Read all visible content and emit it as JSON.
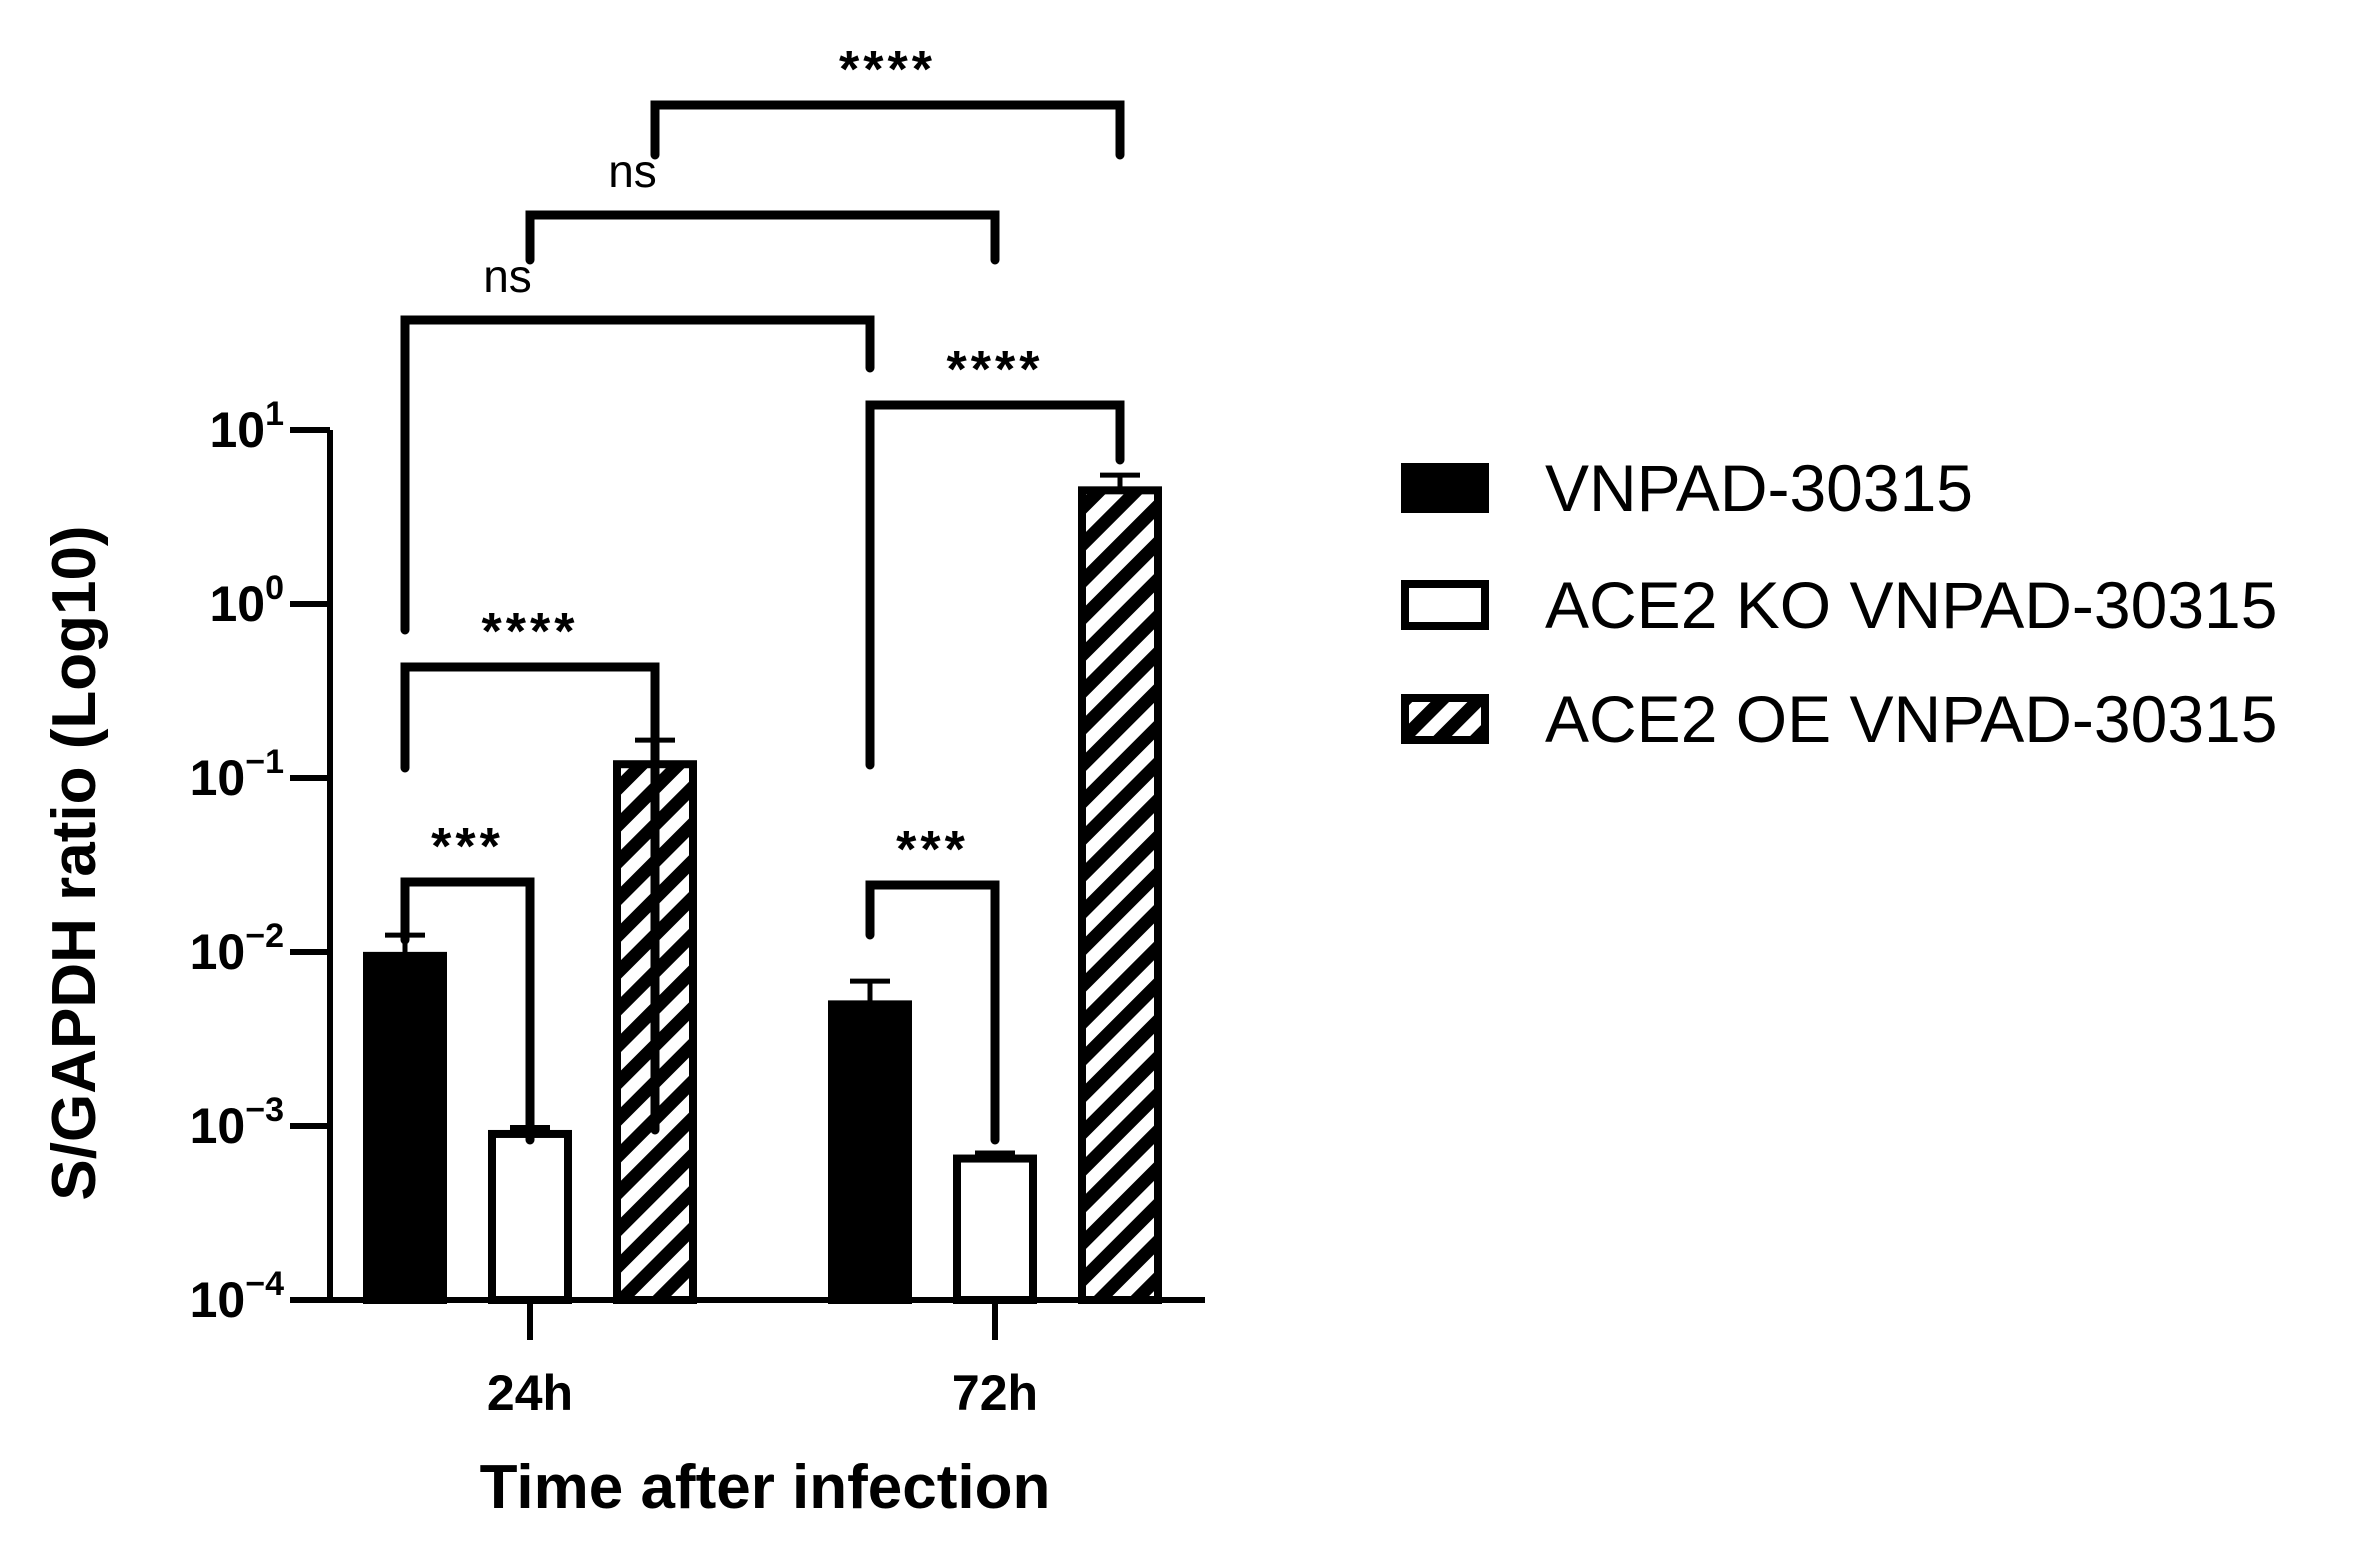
{
  "chart_data": {
    "type": "bar",
    "title": "",
    "xlabel": "Time after infection",
    "ylabel": "S/GAPDH ratio (Log10)",
    "yscale": "log",
    "ylim": [
      0.0001,
      10
    ],
    "yticks": [
      {
        "base": "10",
        "exp": "1",
        "value": 10
      },
      {
        "base": "10",
        "exp": "0",
        "value": 1
      },
      {
        "base": "10",
        "exp": "−1",
        "value": 0.1
      },
      {
        "base": "10",
        "exp": "−2",
        "value": 0.01
      },
      {
        "base": "10",
        "exp": "−3",
        "value": 0.001
      },
      {
        "base": "10",
        "exp": "−4",
        "value": 0.0001
      }
    ],
    "categories": [
      "24h",
      "72h"
    ],
    "series": [
      {
        "name": "VNPAD-30315",
        "fill": "solid",
        "values": [
          0.0095,
          0.005
        ],
        "errors": [
          0.0125,
          0.0068
        ]
      },
      {
        "name": "ACE2 KO VNPAD-30315",
        "fill": "open",
        "values": [
          0.0009,
          0.00065
        ],
        "errors": [
          0.00098,
          0.0007
        ]
      },
      {
        "name": "ACE2 OE VNPAD-30315",
        "fill": "hatched",
        "values": [
          0.12,
          4.5
        ],
        "errors": [
          0.165,
          5.5
        ]
      }
    ],
    "legend": {
      "position": "right"
    },
    "colors": {
      "bar": "#000000",
      "background": "#ffffff"
    },
    "significance": [
      {
        "label": "***",
        "from": [
          0,
          0
        ],
        "to": [
          0,
          1
        ]
      },
      {
        "label": "****",
        "from": [
          0,
          0
        ],
        "to": [
          0,
          2
        ]
      },
      {
        "label": "***",
        "from": [
          1,
          0
        ],
        "to": [
          1,
          1
        ]
      },
      {
        "label": "****",
        "from": [
          1,
          0
        ],
        "to": [
          1,
          2
        ]
      },
      {
        "label": "ns",
        "from": [
          0,
          0
        ],
        "to": [
          1,
          0
        ]
      },
      {
        "label": "ns",
        "from": [
          0,
          1
        ],
        "to": [
          1,
          1
        ]
      },
      {
        "label": "****",
        "from": [
          0,
          2
        ],
        "to": [
          1,
          2
        ]
      }
    ]
  }
}
